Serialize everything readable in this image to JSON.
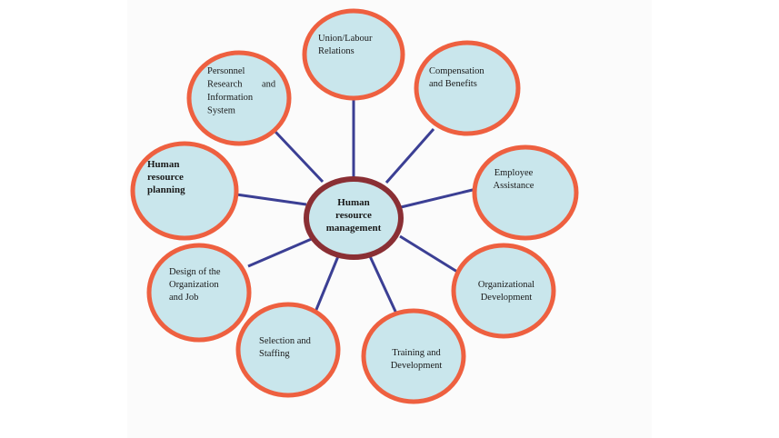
{
  "diagram": {
    "center": {
      "label": [
        "Human",
        "resource",
        "management"
      ]
    },
    "nodes": [
      {
        "id": "union-labour-relations",
        "label": [
          "Union/Labour",
          "Relations"
        ]
      },
      {
        "id": "compensation-benefits",
        "label": [
          "Compensation",
          "and Benefits"
        ]
      },
      {
        "id": "employee-assistance",
        "label": [
          "Employee",
          "Assistance"
        ]
      },
      {
        "id": "organizational-development",
        "label": [
          "Organizational",
          "Development"
        ]
      },
      {
        "id": "training-development",
        "label": [
          "Training and",
          "Development"
        ]
      },
      {
        "id": "selection-staffing",
        "label": [
          "Selection and",
          "Staffing"
        ]
      },
      {
        "id": "design-organization-job",
        "label": [
          "Design of the",
          "Organization",
          "and Job"
        ]
      },
      {
        "id": "hr-planning",
        "label": [
          "Human",
          "resource",
          "planning"
        ]
      },
      {
        "id": "personnel-research",
        "label": [
          "Personnel",
          "Research",
          "and",
          "Information",
          "System"
        ]
      }
    ],
    "colors": {
      "node_fill": "#c9e6ec",
      "node_stroke": "#ee6040",
      "hub_fill": "#c9e6ec",
      "hub_stroke": "#8a2f34",
      "connector": "#3b3f94",
      "panel": "#fbfbfb"
    }
  }
}
